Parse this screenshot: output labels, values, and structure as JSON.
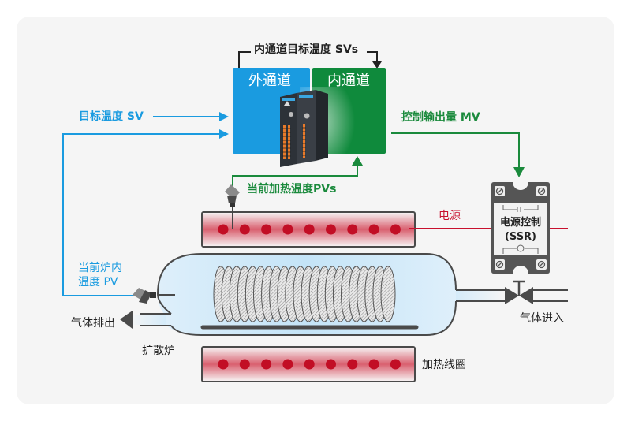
{
  "controller": {
    "outer_channel_label": "外通道",
    "inner_channel_label": "内通道",
    "outer_color": "#1a9be0",
    "inner_color": "#0f8a3c",
    "device_name": "Delta dual-channel temperature controller module"
  },
  "labels": {
    "inner_target": "内通道目标温度 SVs",
    "target_sv": "目标温度 SV",
    "control_output": "控制输出量 MV",
    "heating_pv": "当前加热温度PVs",
    "power": "电源",
    "furnace_pv_line1": "当前炉内",
    "furnace_pv_line2": "温度 PV",
    "gas_out": "气体排出",
    "furnace": "扩散炉",
    "gas_in": "气体进入",
    "heating_coil": "加热线圈"
  },
  "ssr": {
    "line1": "电源控制",
    "line2": "(SSR)"
  },
  "heaters": {
    "top_dot_count": 9,
    "bottom_dot_count": 9,
    "coil_turns": 22
  },
  "colors": {
    "blue_line": "#1a9be0",
    "green_line": "#1a8a3c",
    "red_line": "#c8102e",
    "dark": "#4a4a4a",
    "panel_bg": "#f5f5f5"
  }
}
